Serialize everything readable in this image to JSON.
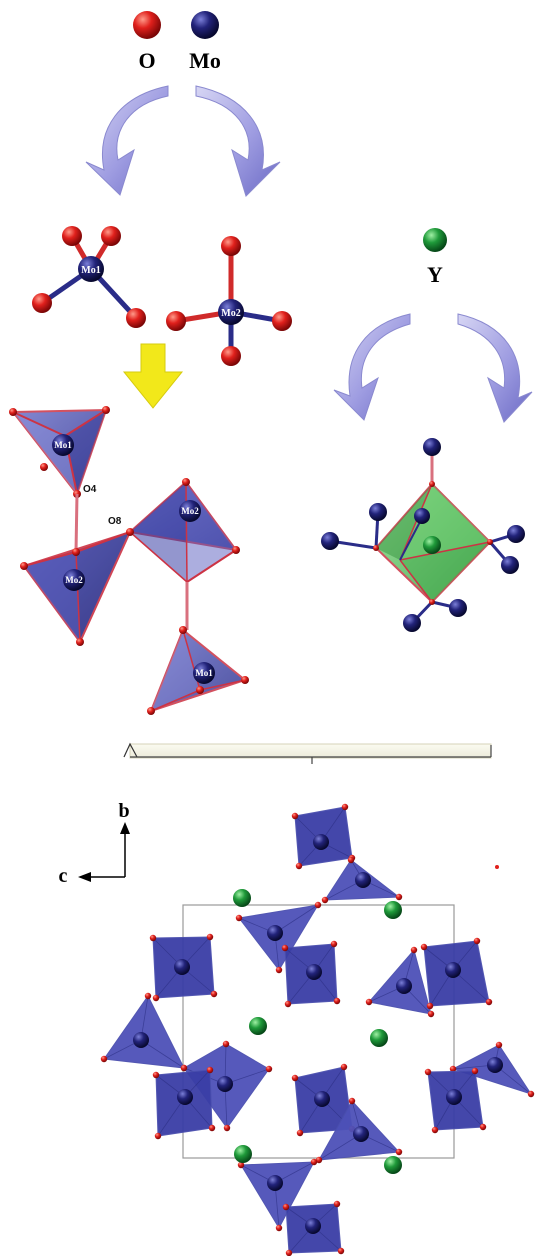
{
  "legend": {
    "oxygen_symbol": "O",
    "molybdenum_symbol": "Mo",
    "yttrium_symbol": "Y"
  },
  "units": {
    "mo1_tetrahedron": "Mo1",
    "mo2_tetrahedron": "Mo2",
    "chain": {
      "mo1_top": "Mo1",
      "mo2_left": "Mo2",
      "mo2_right": "Mo2",
      "mo1_bottom": "Mo1",
      "bridge_o4": "O4",
      "bridge_o8": "O8"
    }
  },
  "axes": {
    "vertical": "b",
    "horizontal": "c"
  },
  "colors": {
    "oxygen": "#e0201c",
    "molybdenum": "#1c1d6e",
    "yttrium": "#1f9a3a",
    "polyhedron_fill": "#3b3fa6",
    "octahedron_fill": "#46b24a",
    "arrow_lilac": "#9c9be0",
    "arrow_yellow": "#f2e81a",
    "bond_pink": "#e07a86"
  }
}
